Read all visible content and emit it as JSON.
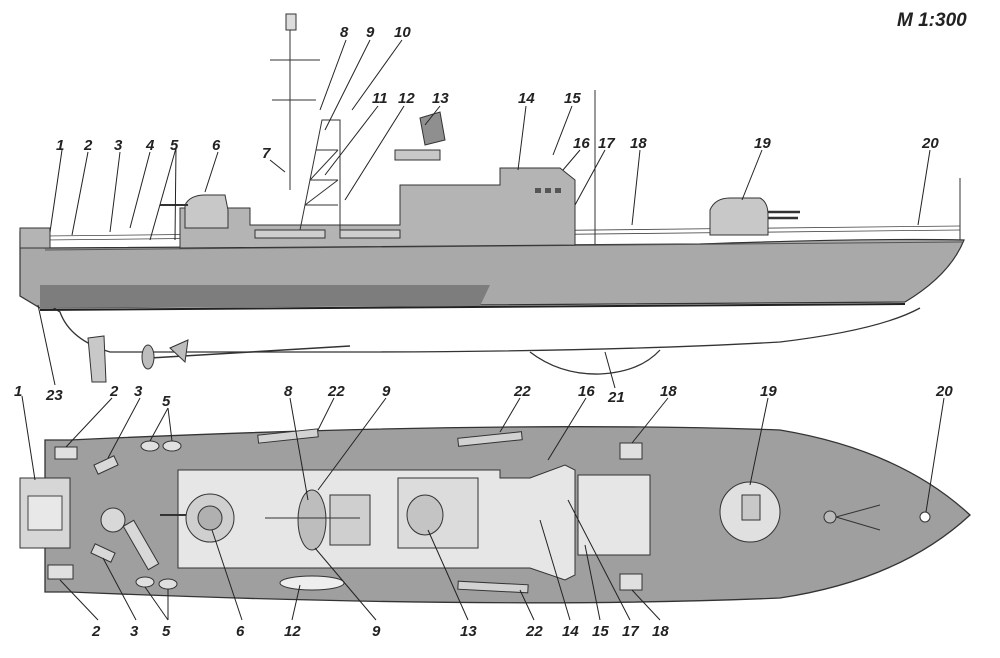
{
  "scale_label": "M 1:300",
  "colors": {
    "hull_gray": "#a9a9a9",
    "deck_gray": "#9f9f9f",
    "superstructure_gray": "#b4b4b4",
    "boot_topping_dark": "#7d7d7d",
    "line": "#333333"
  },
  "side_view_labels": [
    "1",
    "2",
    "3",
    "4",
    "5",
    "6",
    "7",
    "8",
    "9",
    "10",
    "11",
    "12",
    "13",
    "14",
    "15",
    "16",
    "17",
    "18",
    "19",
    "20",
    "21",
    "23"
  ],
  "plan_view_labels": [
    "1",
    "2",
    "3",
    "5",
    "8",
    "9",
    "22",
    "22",
    "16",
    "18",
    "19",
    "20",
    "2",
    "3",
    "5",
    "6",
    "12",
    "9",
    "13",
    "22",
    "14",
    "15",
    "17",
    "18"
  ]
}
